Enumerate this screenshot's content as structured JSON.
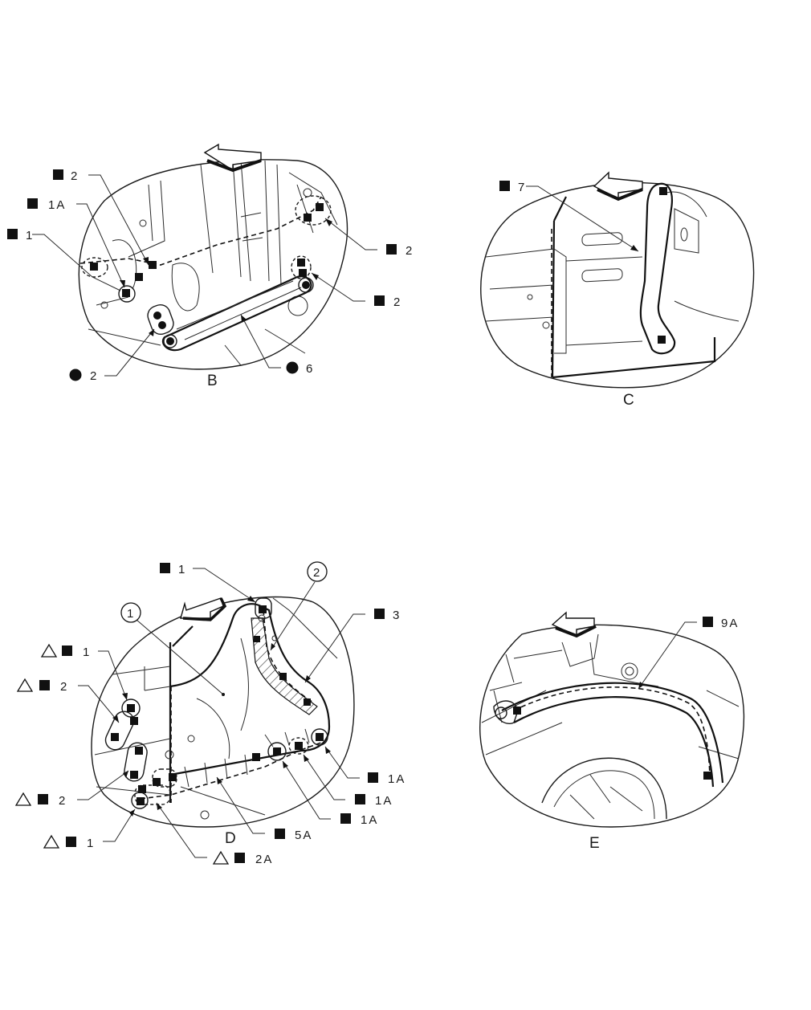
{
  "views": [
    {
      "caption": "B",
      "callouts": [
        {
          "symbol": "square",
          "text": "2"
        },
        {
          "symbol": "square",
          "text": "1A"
        },
        {
          "symbol": "square",
          "text": "1"
        },
        {
          "symbol": "square",
          "text": "2"
        },
        {
          "symbol": "square",
          "text": "2"
        },
        {
          "symbol": "dot",
          "text": "2"
        },
        {
          "symbol": "dot",
          "text": "6"
        }
      ]
    },
    {
      "caption": "C",
      "callouts": [
        {
          "symbol": "square",
          "text": "7"
        }
      ]
    },
    {
      "caption": "D",
      "callouts": [
        {
          "symbol": "square",
          "text": "1"
        },
        {
          "symbol": "circled-number",
          "text": "2"
        },
        {
          "symbol": "circled-number",
          "text": "1"
        },
        {
          "symbol": "square",
          "text": "3"
        },
        {
          "symbol": "triangle-square",
          "text": "1"
        },
        {
          "symbol": "triangle-square",
          "text": "2"
        },
        {
          "symbol": "triangle-square",
          "text": "2"
        },
        {
          "symbol": "triangle-square",
          "text": "1"
        },
        {
          "symbol": "triangle-square",
          "text": "2A"
        },
        {
          "symbol": "square",
          "text": "5A"
        },
        {
          "symbol": "square",
          "text": "1A"
        },
        {
          "symbol": "square",
          "text": "1A"
        },
        {
          "symbol": "square",
          "text": "1A"
        }
      ]
    },
    {
      "caption": "E",
      "callouts": [
        {
          "symbol": "square",
          "text": "9A"
        }
      ]
    }
  ],
  "legend_symbols": {
    "square": "filled-square-icon",
    "dot": "filled-circle-icon",
    "triangle": "open-triangle-icon"
  },
  "colors": {
    "ink": "#1a1a1a",
    "background": "#ffffff"
  }
}
